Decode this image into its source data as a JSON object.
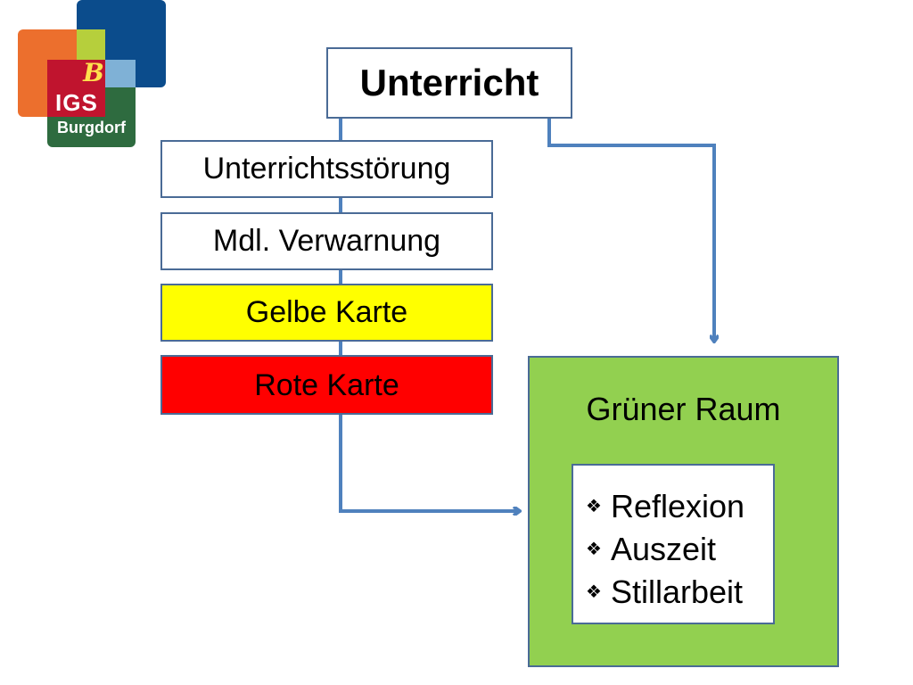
{
  "logo": {
    "line1": "IGS",
    "line2": "Burgdorf",
    "mark": "B"
  },
  "diagram": {
    "top": "Unterricht",
    "steps": [
      "Unterrichtsstörung",
      "Mdl. Verwarnung",
      "Gelbe Karte",
      "Rote Karte"
    ],
    "room": {
      "title": "Grüner Raum",
      "bullet_icon": "diamond-bullet-icon",
      "items": [
        "Reflexion",
        "Auszeit",
        "Stillarbeit"
      ]
    }
  },
  "colors": {
    "connector": "#4f81bd",
    "yellow_card": "#ffff00",
    "red_card": "#ff0000",
    "green_room": "#92d050"
  }
}
